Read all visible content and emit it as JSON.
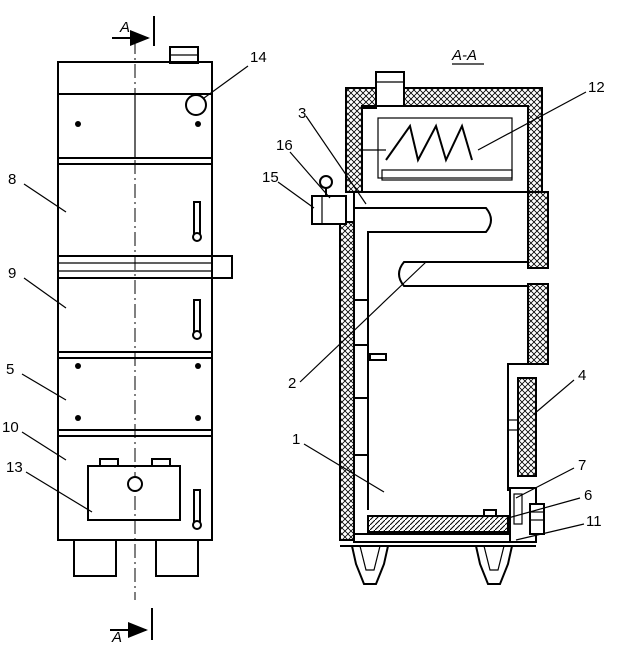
{
  "section_marks": {
    "top": "A",
    "bottom": "A",
    "view_title": "A-A"
  },
  "callouts": [
    "14",
    "8",
    "9",
    "5",
    "10",
    "13",
    "12",
    "3",
    "16",
    "15",
    "2",
    "4",
    "1",
    "7",
    "6",
    "11"
  ],
  "colors": {
    "ink": "#000000",
    "paper": "#ffffff"
  }
}
